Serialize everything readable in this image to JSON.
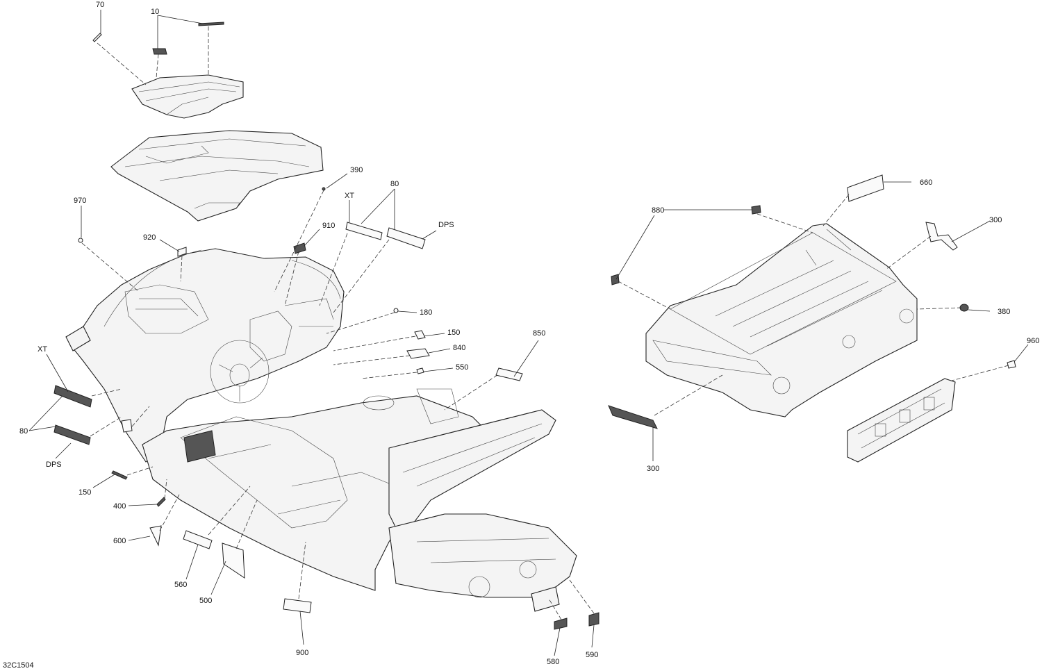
{
  "drawing_code": "32C1504",
  "callouts": [
    {
      "id": "c70",
      "text": "70"
    },
    {
      "id": "c10",
      "text": "10"
    },
    {
      "id": "c390",
      "text": "390"
    },
    {
      "id": "c970",
      "text": "970"
    },
    {
      "id": "cxt1",
      "text": "XT"
    },
    {
      "id": "c80a",
      "text": "80"
    },
    {
      "id": "c910",
      "text": "910"
    },
    {
      "id": "cdps1",
      "text": "DPS"
    },
    {
      "id": "c920",
      "text": "920"
    },
    {
      "id": "c180",
      "text": "180"
    },
    {
      "id": "c150a",
      "text": "150"
    },
    {
      "id": "c840",
      "text": "840"
    },
    {
      "id": "c550",
      "text": "550"
    },
    {
      "id": "c850",
      "text": "850"
    },
    {
      "id": "cxt2",
      "text": "XT"
    },
    {
      "id": "c80b",
      "text": "80"
    },
    {
      "id": "cdps2",
      "text": "DPS"
    },
    {
      "id": "c150b",
      "text": "150"
    },
    {
      "id": "c400",
      "text": "400"
    },
    {
      "id": "c600",
      "text": "600"
    },
    {
      "id": "c560",
      "text": "560"
    },
    {
      "id": "c500",
      "text": "500"
    },
    {
      "id": "c900",
      "text": "900"
    },
    {
      "id": "c580",
      "text": "580"
    },
    {
      "id": "c590",
      "text": "590"
    },
    {
      "id": "c880",
      "text": "880"
    },
    {
      "id": "c660",
      "text": "660"
    },
    {
      "id": "c300a",
      "text": "300"
    },
    {
      "id": "c380",
      "text": "380"
    },
    {
      "id": "c960",
      "text": "960"
    },
    {
      "id": "c300b",
      "text": "300"
    }
  ]
}
